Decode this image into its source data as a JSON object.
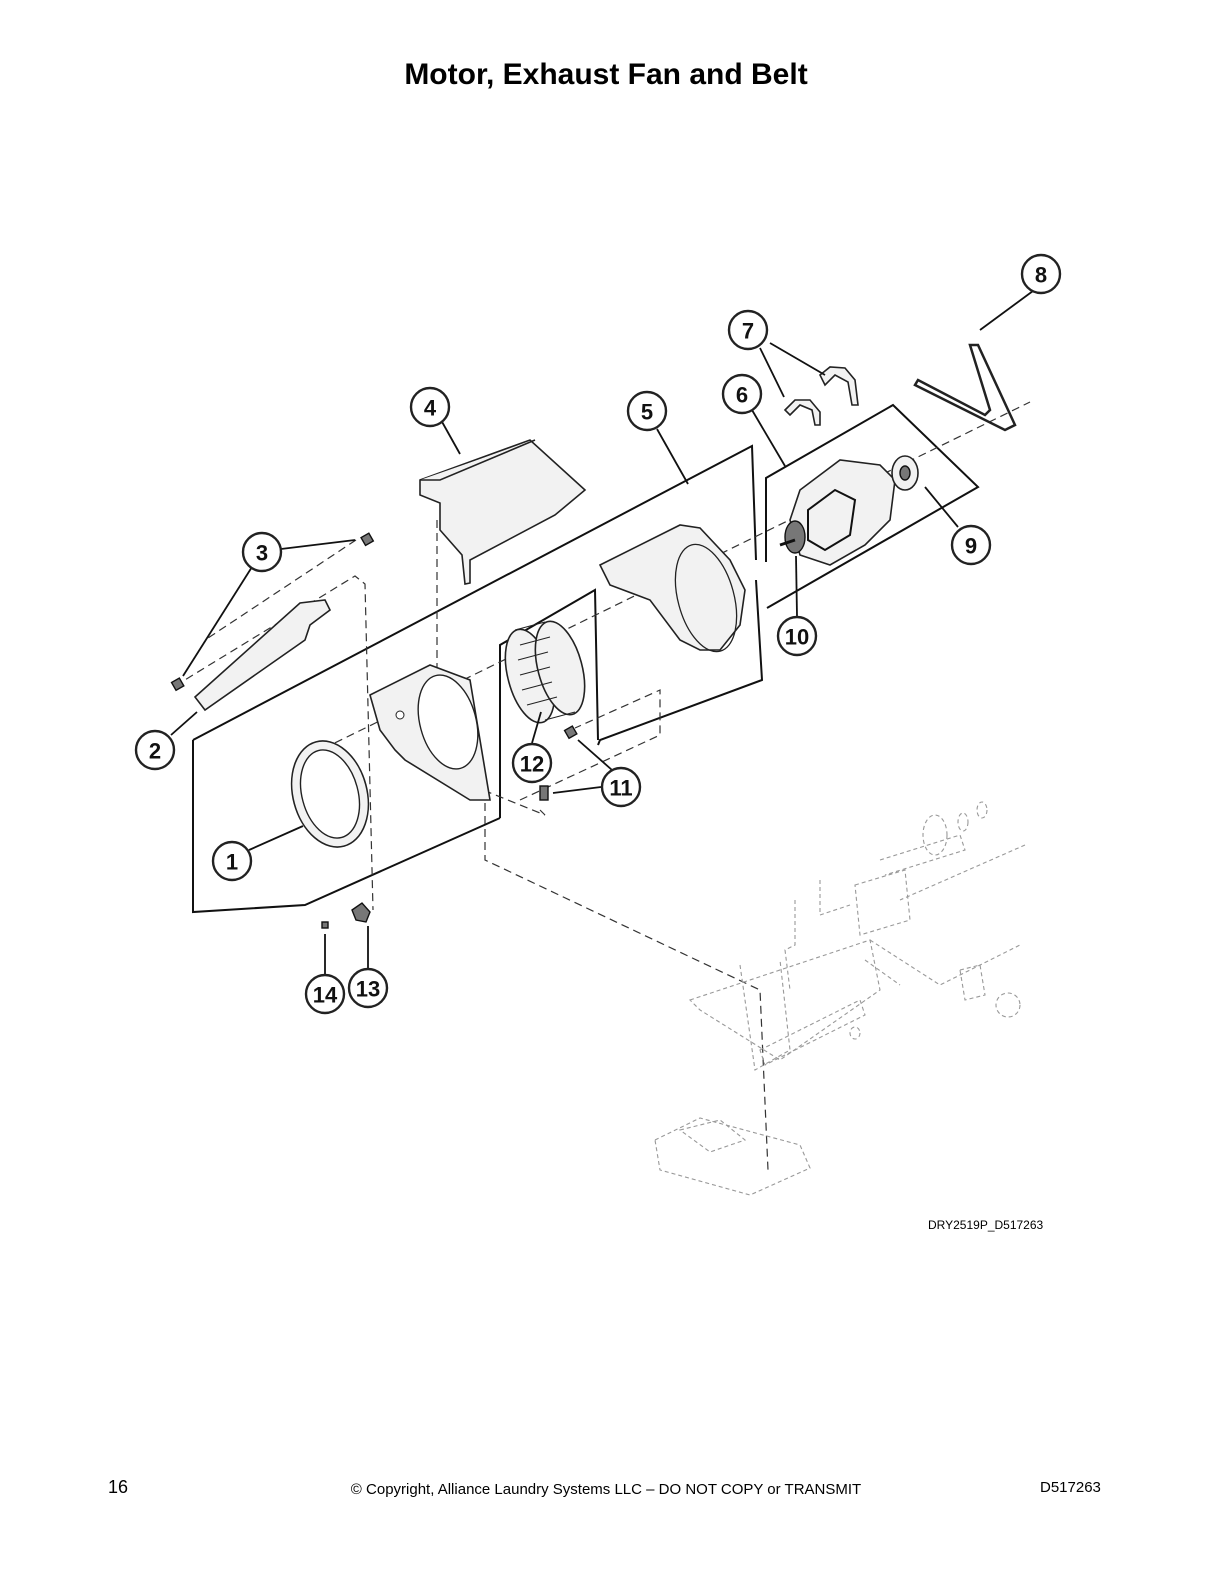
{
  "title": "Motor, Exhaust Fan and Belt",
  "callouts": [
    {
      "id": "1",
      "label": "1"
    },
    {
      "id": "2",
      "label": "2"
    },
    {
      "id": "3",
      "label": "3"
    },
    {
      "id": "4",
      "label": "4"
    },
    {
      "id": "5",
      "label": "5"
    },
    {
      "id": "6",
      "label": "6"
    },
    {
      "id": "7",
      "label": "7"
    },
    {
      "id": "8",
      "label": "8"
    },
    {
      "id": "9",
      "label": "9"
    },
    {
      "id": "10",
      "label": "10"
    },
    {
      "id": "11",
      "label": "11"
    },
    {
      "id": "12",
      "label": "12"
    },
    {
      "id": "13",
      "label": "13"
    },
    {
      "id": "14",
      "label": "14"
    }
  ],
  "drawing_code": "DRY2519P_D517263",
  "footer": {
    "page_number": "16",
    "copyright": "© Copyright, Alliance Laundry Systems LLC – DO NOT COPY or TRANSMIT",
    "doc_code": "D517263"
  }
}
